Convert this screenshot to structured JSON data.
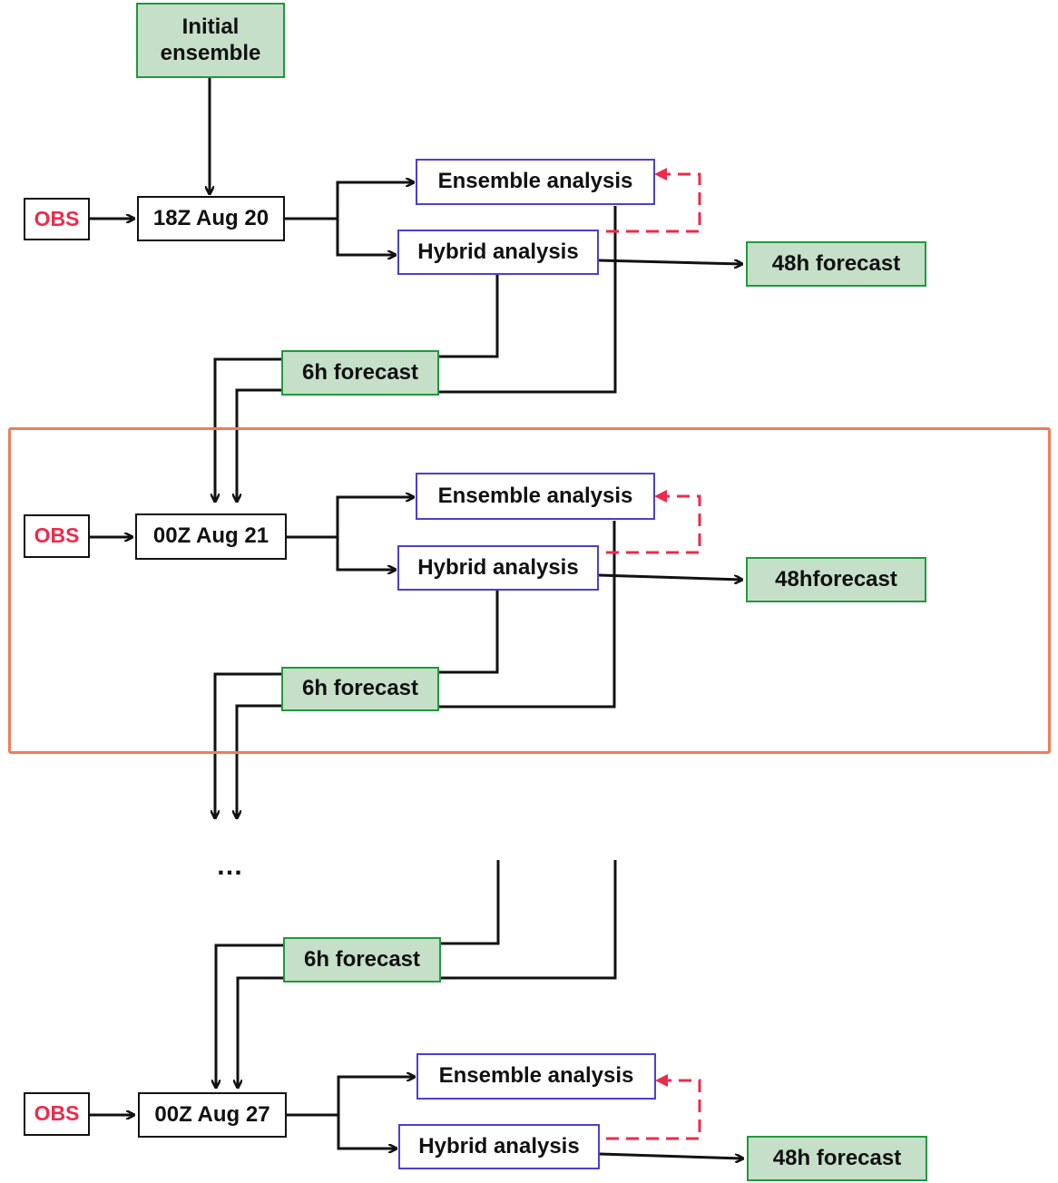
{
  "nodes": {
    "initial_ensemble": "Initial\nensemble",
    "cycle1": {
      "obs": "OBS",
      "time": "18Z Aug 20",
      "ensemble_analysis": "Ensemble analysis",
      "hybrid_analysis": "Hybrid analysis",
      "forecast_48h": "48h forecast",
      "forecast_6h": "6h forecast"
    },
    "cycle2": {
      "obs": "OBS",
      "time": "00Z Aug 21",
      "ensemble_analysis": "Ensemble analysis",
      "hybrid_analysis": "Hybrid analysis",
      "forecast_48h": "48hforecast",
      "forecast_6h": "6h forecast"
    },
    "ellipsis": "…",
    "cycle_last": {
      "forecast_6h": "6h forecast",
      "obs": "OBS",
      "time": "00Z Aug 27",
      "ensemble_analysis": "Ensemble analysis",
      "hybrid_analysis": "Hybrid analysis",
      "forecast_48h": "48h forecast"
    }
  },
  "colors": {
    "green_fill": "#c5dfc9",
    "green_border": "#1e9a3c",
    "analysis_border": "#4b3fd1",
    "obs_text": "#ee2a4a",
    "feedback_arrow": "#ee2a4a",
    "highlight_frame": "#ee7c5a",
    "arrow": "#111111"
  }
}
